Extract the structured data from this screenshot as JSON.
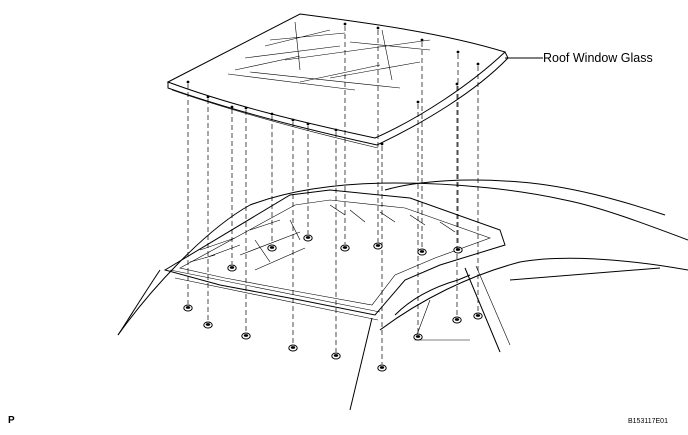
{
  "labels": {
    "part_callout": "Roof Window Glass",
    "corner_mark": "P",
    "figure_code": "B153117E01"
  },
  "colors": {
    "line": "#000000",
    "background": "#ffffff"
  }
}
